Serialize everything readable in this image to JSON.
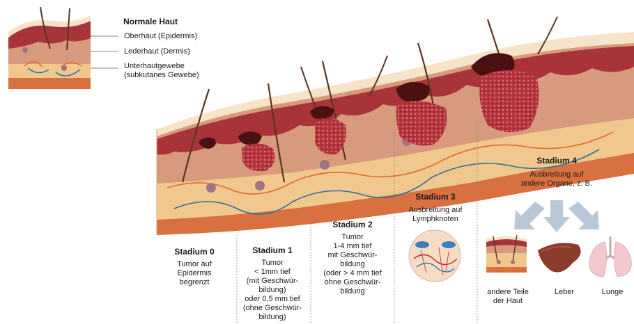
{
  "normal_skin": {
    "title": "Normale Haut",
    "epidermis": "Oberhaut (Epidermis)",
    "dermis": "Lederhaut (Dermis)",
    "subcutis_1": "Unterhautgewebe",
    "subcutis_2": "(subkutanes Gewebe)"
  },
  "stages": [
    {
      "title": "Stadium 0",
      "lines": [
        "Tumor auf",
        "Epidermis",
        "begrenzt"
      ]
    },
    {
      "title": "Stadium 1",
      "lines": [
        "Tumor",
        "< 1mm tief",
        "(mit Geschwür-",
        "bildung)",
        "oder 0,5 mm tief",
        "(ohne Geschwür-",
        "bildung)"
      ]
    },
    {
      "title": "Stadium 2",
      "lines": [
        "Tumor",
        "1-4 mm tief",
        "mit Geschwür-",
        "bildung",
        "(oder > 4 mm tief",
        "ohne Geschwür-",
        "bildung"
      ]
    },
    {
      "title": "Stadium 3",
      "lines": [
        "Ausbreitung auf",
        "Lymphknoten"
      ]
    },
    {
      "title": "Stadium 4",
      "lines": [
        "Ausbreitung auf",
        "andere Organe, z. B."
      ]
    }
  ],
  "organs": {
    "skin_1": "andere Teile",
    "skin_2": "der Haut",
    "liver": "Leber",
    "lung": "Lunge"
  },
  "colors": {
    "skin_top": "#f6e3c8",
    "epidermis": "#a8343a",
    "dermis": "#d79a7c",
    "subcutis": "#f0c78d",
    "deep": "#d8703f",
    "tumor": "#b5343e",
    "melanoma": "#4a1012",
    "arrow": "#b9c8d6"
  }
}
